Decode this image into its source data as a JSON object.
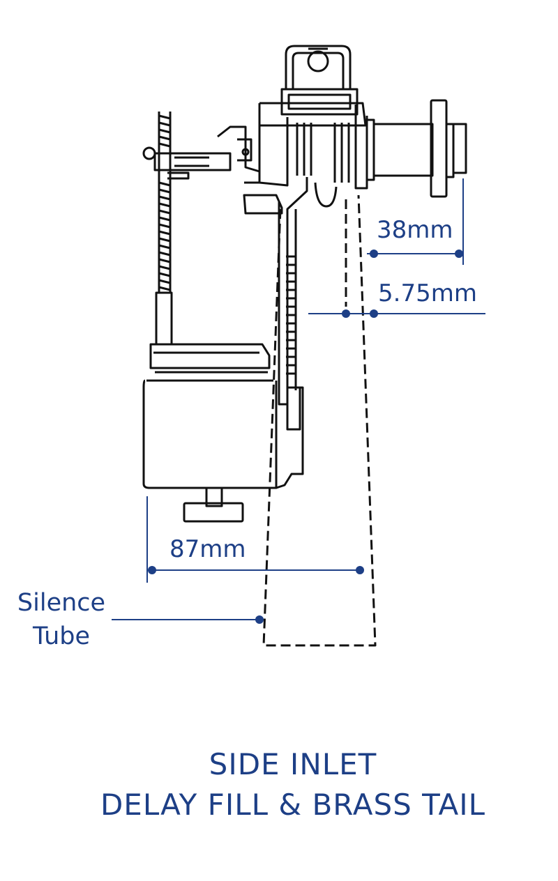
{
  "dimensions": {
    "side_offset": "38mm",
    "tail_gap": "5.75mm",
    "float_width": "87mm"
  },
  "callout": {
    "line1": "Silence",
    "line2": "Tube"
  },
  "title": {
    "line1": "SIDE INLET",
    "line2": "DELAY FILL & BRASS TAIL"
  },
  "colors": {
    "line_art": "#111111",
    "dimension": "#1d3f86"
  }
}
